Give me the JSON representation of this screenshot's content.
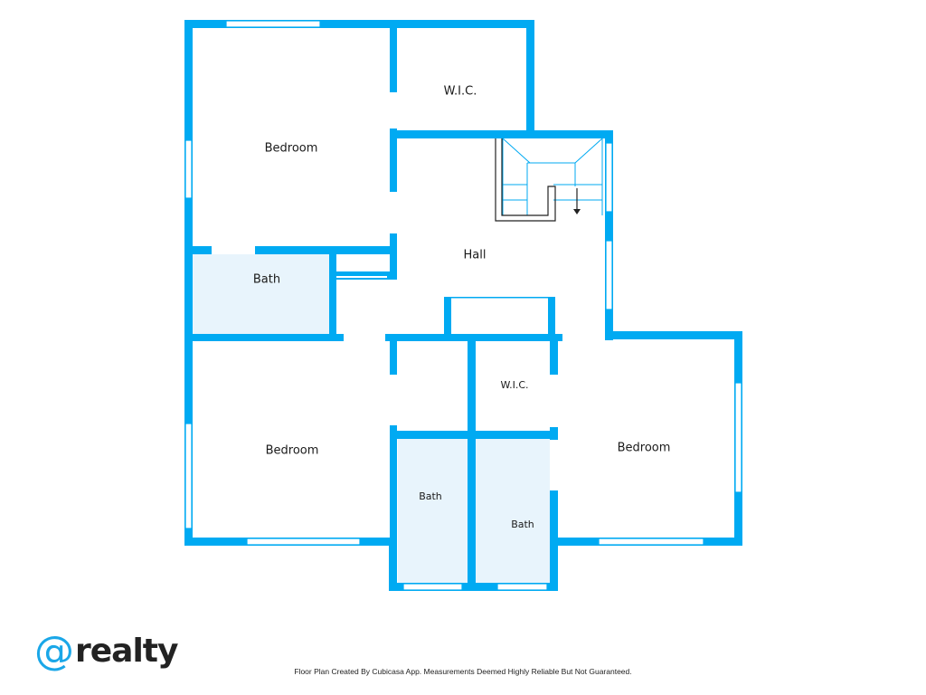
{
  "colors": {
    "wall": "#00aaf2",
    "bath_fill": "#e8f4fc",
    "window": "#00aaf2",
    "text": "#1a1a1a"
  },
  "rooms": {
    "wic_top": "W.I.C.",
    "bedroom_top": "Bedroom",
    "hall": "Hall",
    "bath_left": "Bath",
    "bedroom_bottom_left": "Bedroom",
    "wic_mid": "W.I.C.",
    "bedroom_right": "Bedroom",
    "bath_mid_left": "Bath",
    "bath_mid_right": "Bath"
  },
  "brand": {
    "at": "@",
    "word": "realty"
  },
  "footer": {
    "disclaimer": "Floor Plan Created By Cubicasa App. Measurements Deemed Highly Reliable But Not Guaranteed."
  }
}
